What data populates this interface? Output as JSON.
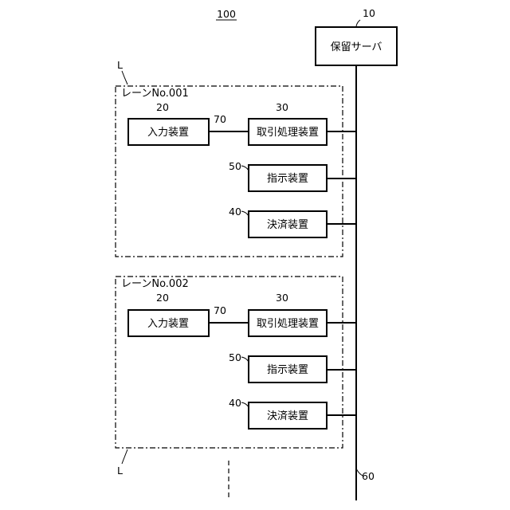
{
  "diagram": {
    "system_ref": "100",
    "server": {
      "label": "保留サーバ",
      "ref": "10"
    },
    "bus_ref": "60",
    "lane_marker": "L",
    "lanes": [
      {
        "title": "レーンNo.001",
        "input": {
          "label": "入力装置",
          "ref": "20"
        },
        "link_ref": "70",
        "transaction": {
          "label": "取引処理装置",
          "ref": "30"
        },
        "instruction": {
          "label": "指示装置",
          "ref": "50"
        },
        "payment": {
          "label": "決済装置",
          "ref": "40"
        }
      },
      {
        "title": "レーンNo.002",
        "input": {
          "label": "入力装置",
          "ref": "20"
        },
        "link_ref": "70",
        "transaction": {
          "label": "取引処理装置",
          "ref": "30"
        },
        "instruction": {
          "label": "指示装置",
          "ref": "50"
        },
        "payment": {
          "label": "決済装置",
          "ref": "40"
        }
      }
    ]
  }
}
